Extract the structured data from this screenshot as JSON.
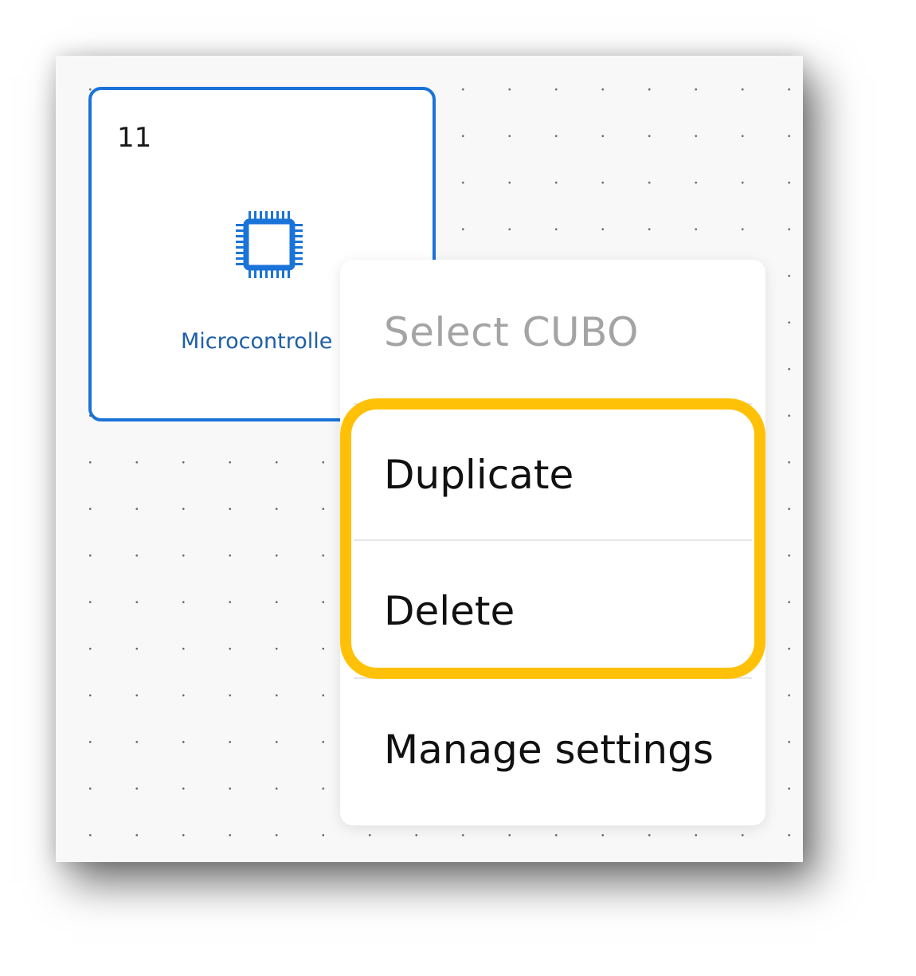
{
  "tile": {
    "number": "11",
    "label": "Microcontrolle",
    "icon": "microcontroller-chip-icon",
    "accent_color": "#1a73d8"
  },
  "context_menu": {
    "title": "Select CUBO",
    "items": [
      {
        "label": "Duplicate"
      },
      {
        "label": "Delete"
      },
      {
        "label": "Manage settings"
      }
    ],
    "highlight_color": "#ffc107"
  }
}
